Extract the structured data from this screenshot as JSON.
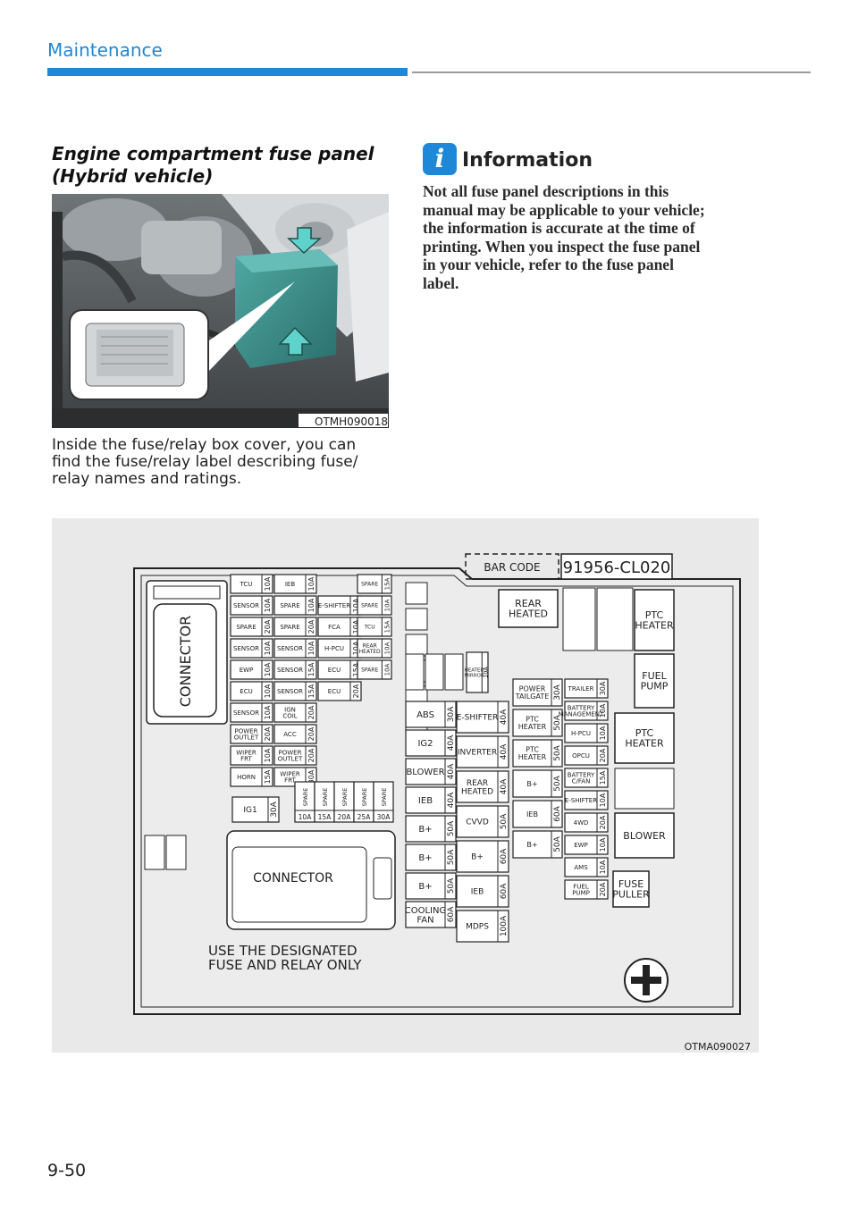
{
  "header": {
    "section": "Maintenance"
  },
  "section_title": {
    "line1": "Engine compartment fuse panel",
    "line2": "(Hybrid vehicle)"
  },
  "photo": {
    "code": "OTMH090018"
  },
  "photo_caption": {
    "line1": "Inside the fuse/relay box cover, you can",
    "line2": "find the fuse/relay label describing fuse/",
    "line3": "relay names and ratings."
  },
  "info": {
    "title": "Information",
    "icon": "i",
    "lines": [
      "Not all fuse panel descriptions in this",
      "manual may be applicable to your vehicle;",
      "the information is accurate at the time of",
      "printing. When you inspect the fuse panel",
      "in your vehicle, refer to the fuse panel",
      "label."
    ]
  },
  "diagram": {
    "code": "OTMA090027",
    "bar_code": "BAR CODE",
    "part_number": "91956-CL020",
    "connector_main": "CONNECTOR",
    "connector_lower": "CONNECTOR",
    "note_line1": "USE THE DESIGNATED",
    "note_line2": "FUSE AND RELAY ONLY",
    "left_col1": [
      {
        "name": "TCU",
        "amp": "10A"
      },
      {
        "name": "SENSOR",
        "amp": "10A"
      },
      {
        "name": "SPARE",
        "amp": "20A"
      },
      {
        "name": "SENSOR",
        "amp": "10A"
      },
      {
        "name": "EWP",
        "amp": "10A"
      },
      {
        "name": "ECU",
        "amp": "10A"
      },
      {
        "name": "SENSOR",
        "amp": "10A"
      },
      {
        "name": "POWER OUTLET",
        "amp": "20A"
      },
      {
        "name": "WIPER FRT",
        "amp": "10A"
      },
      {
        "name": "HORN",
        "amp": "15A"
      }
    ],
    "left_col2": [
      {
        "name": "IEB",
        "amp": "10A"
      },
      {
        "name": "SPARE",
        "amp": "10A"
      },
      {
        "name": "SPARE",
        "amp": "20A"
      },
      {
        "name": "SENSOR",
        "amp": "10A"
      },
      {
        "name": "SENSOR",
        "amp": "15A"
      },
      {
        "name": "SENSOR",
        "amp": "15A"
      },
      {
        "name": "IGN COIL",
        "amp": "20A"
      },
      {
        "name": "ACC",
        "amp": "20A"
      },
      {
        "name": "POWER OUTLET",
        "amp": "20A"
      },
      {
        "name": "WIPER FRT",
        "amp": "30A"
      }
    ],
    "left_col3": [
      {
        "name": "E-SHIFTER",
        "amp": "10A"
      },
      {
        "name": "FCA",
        "amp": "10A"
      },
      {
        "name": "H-PCU",
        "amp": "10A"
      },
      {
        "name": "ECU",
        "amp": "15A"
      },
      {
        "name": "ECU",
        "amp": "20A"
      }
    ],
    "left_col4": [
      {
        "name": "SPARE",
        "amp": "15A"
      },
      {
        "name": "SPARE",
        "amp": "10A"
      },
      {
        "name": "TCU",
        "amp": "15A"
      },
      {
        "name": "REAR HEATED",
        "amp": "10A"
      },
      {
        "name": "SPARE",
        "amp": "10A"
      }
    ],
    "ig1": {
      "name": "IG1",
      "amp": "30A"
    },
    "spares_bottom": [
      {
        "name": "SPARE",
        "amp": "10A"
      },
      {
        "name": "SPARE",
        "amp": "15A"
      },
      {
        "name": "SPARE",
        "amp": "20A"
      },
      {
        "name": "SPARE",
        "amp": "25A"
      },
      {
        "name": "SPARE",
        "amp": "30A"
      }
    ],
    "heated_mirror": {
      "name": "HEATED MIRROR",
      "amp": "10A"
    },
    "mid_left": [
      {
        "name": "ABS",
        "amp": "30A"
      },
      {
        "name": "IG2",
        "amp": "40A"
      },
      {
        "name": "BLOWER",
        "amp": "40A"
      },
      {
        "name": "IEB",
        "amp": "40A"
      },
      {
        "name": "B+",
        "amp": "50A"
      },
      {
        "name": "B+",
        "amp": "50A"
      },
      {
        "name": "B+",
        "amp": "50A"
      },
      {
        "name": "COOLING FAN",
        "amp": "60A"
      }
    ],
    "mid_right": [
      {
        "name": "E-SHIFTER",
        "amp": "40A"
      },
      {
        "name": "INVERTER",
        "amp": "40A"
      },
      {
        "name": "REAR HEATED",
        "amp": "40A"
      },
      {
        "name": "CVVD",
        "amp": "50A"
      },
      {
        "name": "B+",
        "amp": "60A"
      },
      {
        "name": "IEB",
        "amp": "60A"
      },
      {
        "name": "MDPS",
        "amp": "100A"
      }
    ],
    "col_c": [
      {
        "name": "POWER TAILGATE",
        "amp": "30A"
      },
      {
        "name": "PTC HEATER",
        "amp": "50A"
      },
      {
        "name": "PTC HEATER",
        "amp": "50A"
      },
      {
        "name": "B+",
        "amp": "50A"
      },
      {
        "name": "IEB",
        "amp": "60A"
      },
      {
        "name": "B+",
        "amp": "50A"
      }
    ],
    "col_d": [
      {
        "name": "TRAILER",
        "amp": "30A"
      },
      {
        "name": "BATTERY MANAGEMENT",
        "amp": "10A"
      },
      {
        "name": "H-PCU",
        "amp": "10A"
      },
      {
        "name": "OPCU",
        "amp": "20A"
      },
      {
        "name": "BATTERY C/FAN",
        "amp": "15A"
      },
      {
        "name": "E-SHIFTER",
        "amp": "10A"
      },
      {
        "name": "4WD",
        "amp": "20A"
      },
      {
        "name": "EWP",
        "amp": "10A"
      },
      {
        "name": "AMS",
        "amp": "10A"
      },
      {
        "name": "FUEL PUMP",
        "amp": "20A"
      }
    ],
    "relays": {
      "rear_heated": "REAR HEATED",
      "ptc_heater_1": "PTC HEATER",
      "fuel_pump": "FUEL PUMP",
      "ptc_heater_2": "PTC HEATER",
      "blower": "BLOWER",
      "fuse_puller": "FUSE PULLER"
    }
  },
  "footer": {
    "page_number": "9-50"
  }
}
